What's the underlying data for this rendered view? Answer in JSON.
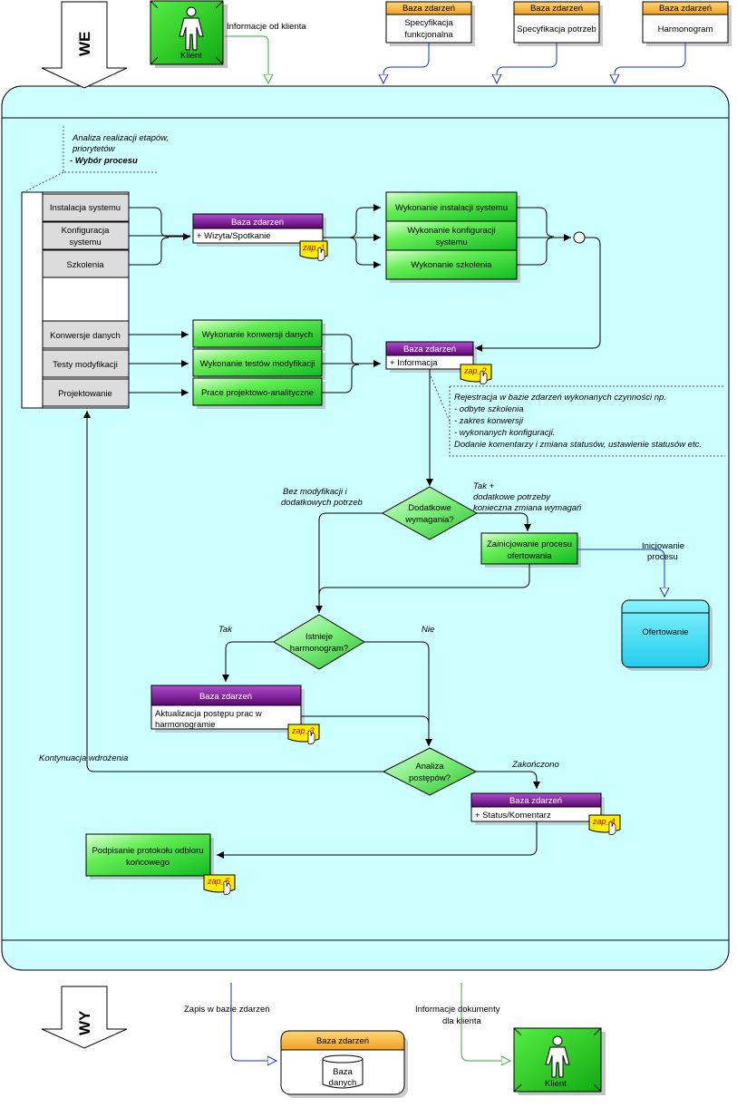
{
  "header": {
    "we": "WE",
    "wy": "WY",
    "client_top": "Klient",
    "client_info": "Informacje od klienta",
    "input1_header": "Baza zdarzeń",
    "input1_l1": "Specyfikacja",
    "input1_l2": "funkcjonalna",
    "input2_header": "Baza zdarzeń",
    "input2_label": "Specyfikacja potrzeb",
    "input3_header": "Baza zdarzeń",
    "input3_label": "Harmonogram"
  },
  "notes": {
    "top_l1": "Analiza realizacji etapów,",
    "top_l2": "priorytetów",
    "top_l3": "- Wybór procesu",
    "reg_l1": "Rejestracja w bazie zdarzeń wykonanych czynności np.",
    "reg_l2": "- odbyte szkolenia",
    "reg_l3": "- zakres konwersji",
    "reg_l4": "- wykonanych konfiguracji.",
    "reg_l5": "Dodanie komentarzy i zmiana statusów, ustawienie statusów etc."
  },
  "menu": {
    "m1": "Instalacja systemu",
    "m2a": "Konfiguracja",
    "m2b": "systemu",
    "m3": "Szkolenia",
    "m4": "Konwersje danych",
    "m5": "Testy modyfikacji",
    "m6": "Projektowanie"
  },
  "tasks": {
    "t1": "Wykonanie instalacji systemu",
    "t2a": "Wykonanie konfiguracji",
    "t2b": "systemu",
    "t3": "Wykonanie szkolenia",
    "t4": "Wykonanie konwersji danych",
    "t5": "Wykonanie testów modyfikacji",
    "t6": "Prace projektowo-analityczne",
    "t7a": "Zainicjowanie procesu",
    "t7b": "ofertowania",
    "t8a": "Podpisanie protokołu odbioru",
    "t8b": "końcowego"
  },
  "db": {
    "header": "Baza zdarzeń",
    "wizyta": "+ Wizyta/Spotkanie",
    "informacja": "+ Informacja",
    "akt_l1": "Aktualizacja postępu prac w",
    "akt_l2": "harmonogramie",
    "status": "+ Status/Komentarz",
    "zap1": "zap_1",
    "zap2": "zap_2",
    "zap3": "zap_3",
    "zap4": "zap_4",
    "zap5": "zap_5"
  },
  "decisions": {
    "d1a": "Dodatkowe",
    "d1b": "wymagania?",
    "d2a": "Istnieje",
    "d2b": "harmonogram?",
    "d3a": "Analiza",
    "d3b": "postępów?"
  },
  "labels": {
    "bez_l1": "Bez modyfikacji i",
    "bez_l2": "dodatkowych potrzeb",
    "tak1_l1": "Tak   +",
    "tak1_l2": "dodatkowe potrzeby",
    "tak1_l3": "konieczna zmiana wymagań",
    "init_l1": "Inicjowanie",
    "init_l2": "procesu",
    "oferty": "Ofertowanie",
    "tak2": "Tak",
    "nie": "Nie",
    "kontynuacja": "Kontynuacja wdrożenia",
    "zakonczono": "Zakończono"
  },
  "footer": {
    "zapis": "Zapis w bazie zdarzeń",
    "info_l1": "Informacje dokumenty",
    "info_l2": "dla klienta",
    "db_header": "Baza zdarzeń",
    "db_l1": "Baza",
    "db_l2": "danych",
    "client_bottom": "Klient"
  },
  "colors": {
    "pool": "#ccffff",
    "task_green": "#33cc33",
    "db_header": "#7a0a8a",
    "input_header": "#f7b23a",
    "menu_gray": "#d9d9d9",
    "ofert": "#22ccee"
  }
}
